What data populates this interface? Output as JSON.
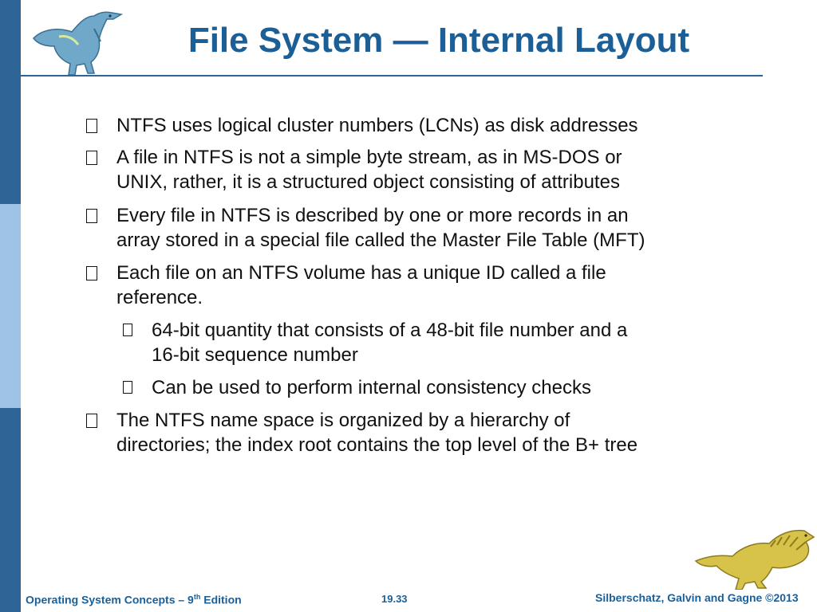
{
  "slide": {
    "title": "File System — Internal Layout",
    "bullets": [
      {
        "level": 1,
        "text": "NTFS uses logical cluster numbers (LCNs) as disk addresses"
      },
      {
        "level": 1,
        "text": "A file in NTFS is not a simple byte stream, as in MS-DOS or\nUNIX, rather, it is a structured object consisting of attributes"
      },
      {
        "level": 1,
        "text": "Every file in NTFS is described by one or more records in an\narray stored in a special file called the Master File Table (MFT)"
      },
      {
        "level": 1,
        "text": "Each file on an NTFS volume has a unique ID called a file\nreference."
      },
      {
        "level": 2,
        "text": "64-bit quantity that consists of a 48-bit file number and a\n16-bit sequence number"
      },
      {
        "level": 2,
        "text": "Can be used to perform internal consistency checks"
      },
      {
        "level": 1,
        "text": "The NTFS name space is organized by a hierarchy of\ndirectories; the index root contains the top level of the B+ tree"
      }
    ]
  },
  "footer": {
    "book_prefix": "Operating System Concepts – 9",
    "book_sup": "th",
    "book_suffix": " Edition",
    "page_number": "19.33",
    "copyright": "Silberschatz, Galvin and Gagne ©2013"
  },
  "colors": {
    "title": "#1b5f96",
    "sidebar_dark": "#2f6496",
    "sidebar_light": "#9ec3e6"
  },
  "icons": {
    "top_left": "dinosaur-icon",
    "bottom_right": "dinosaur-icon"
  }
}
